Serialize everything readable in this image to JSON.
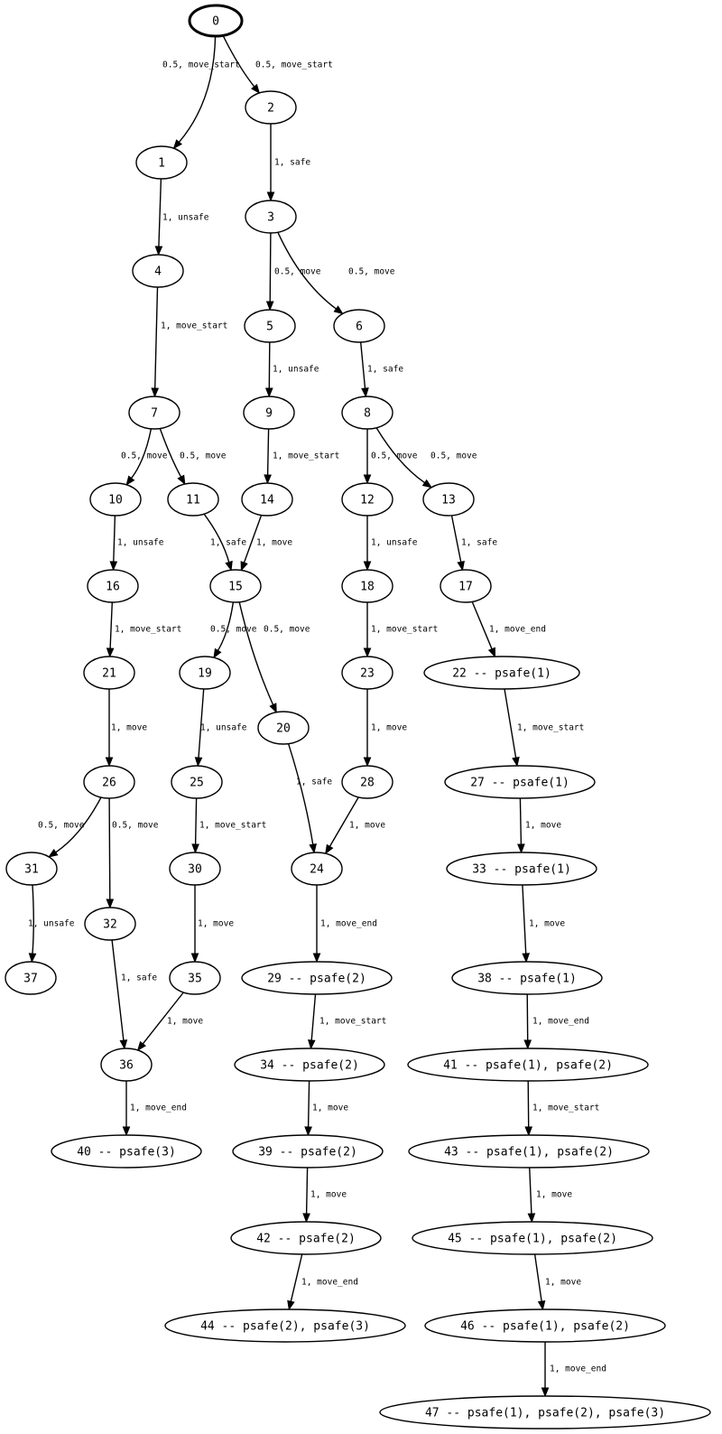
{
  "diagram": {
    "type": "state-graph",
    "initial_state": "0",
    "nodes": [
      {
        "id": "0",
        "label": "0"
      },
      {
        "id": "1",
        "label": "1"
      },
      {
        "id": "2",
        "label": "2"
      },
      {
        "id": "3",
        "label": "3"
      },
      {
        "id": "4",
        "label": "4"
      },
      {
        "id": "5",
        "label": "5"
      },
      {
        "id": "6",
        "label": "6"
      },
      {
        "id": "7",
        "label": "7"
      },
      {
        "id": "8",
        "label": "8"
      },
      {
        "id": "9",
        "label": "9"
      },
      {
        "id": "10",
        "label": "10"
      },
      {
        "id": "11",
        "label": "11"
      },
      {
        "id": "12",
        "label": "12"
      },
      {
        "id": "13",
        "label": "13"
      },
      {
        "id": "14",
        "label": "14"
      },
      {
        "id": "15",
        "label": "15"
      },
      {
        "id": "16",
        "label": "16"
      },
      {
        "id": "17",
        "label": "17"
      },
      {
        "id": "18",
        "label": "18"
      },
      {
        "id": "19",
        "label": "19"
      },
      {
        "id": "20",
        "label": "20"
      },
      {
        "id": "21",
        "label": "21"
      },
      {
        "id": "22",
        "label": "22 -- psafe(1)"
      },
      {
        "id": "23",
        "label": "23"
      },
      {
        "id": "24",
        "label": "24"
      },
      {
        "id": "25",
        "label": "25"
      },
      {
        "id": "26",
        "label": "26"
      },
      {
        "id": "27",
        "label": "27 -- psafe(1)"
      },
      {
        "id": "28",
        "label": "28"
      },
      {
        "id": "29",
        "label": "29 -- psafe(2)"
      },
      {
        "id": "30",
        "label": "30"
      },
      {
        "id": "31",
        "label": "31"
      },
      {
        "id": "32",
        "label": "32"
      },
      {
        "id": "33",
        "label": "33 -- psafe(1)"
      },
      {
        "id": "34",
        "label": "34 -- psafe(2)"
      },
      {
        "id": "35",
        "label": "35"
      },
      {
        "id": "36",
        "label": "36"
      },
      {
        "id": "37",
        "label": "37"
      },
      {
        "id": "38",
        "label": "38 -- psafe(1)"
      },
      {
        "id": "39",
        "label": "39 -- psafe(2)"
      },
      {
        "id": "40",
        "label": "40 -- psafe(3)"
      },
      {
        "id": "41",
        "label": "41 -- psafe(1), psafe(2)"
      },
      {
        "id": "42",
        "label": "42 -- psafe(2)"
      },
      {
        "id": "43",
        "label": "43 -- psafe(1), psafe(2)"
      },
      {
        "id": "44",
        "label": "44 -- psafe(2), psafe(3)"
      },
      {
        "id": "45",
        "label": "45 -- psafe(1), psafe(2)"
      },
      {
        "id": "46",
        "label": "46 -- psafe(1), psafe(2)"
      },
      {
        "id": "47",
        "label": "47 -- psafe(1), psafe(2), psafe(3)"
      }
    ],
    "edges": [
      {
        "from": "0",
        "to": "1",
        "label": "0.5, move_start"
      },
      {
        "from": "0",
        "to": "2",
        "label": "0.5, move_start"
      },
      {
        "from": "1",
        "to": "4",
        "label": "1, unsafe"
      },
      {
        "from": "2",
        "to": "3",
        "label": "1, safe"
      },
      {
        "from": "3",
        "to": "5",
        "label": "0.5, move"
      },
      {
        "from": "3",
        "to": "6",
        "label": "0.5, move"
      },
      {
        "from": "4",
        "to": "7",
        "label": "1, move_start"
      },
      {
        "from": "5",
        "to": "9",
        "label": "1, unsafe"
      },
      {
        "from": "6",
        "to": "8",
        "label": "1, safe"
      },
      {
        "from": "7",
        "to": "10",
        "label": "0.5, move"
      },
      {
        "from": "7",
        "to": "11",
        "label": "0.5, move"
      },
      {
        "from": "9",
        "to": "14",
        "label": "1, move_start"
      },
      {
        "from": "8",
        "to": "12",
        "label": "0.5, move"
      },
      {
        "from": "8",
        "to": "13",
        "label": "0.5, move"
      },
      {
        "from": "10",
        "to": "16",
        "label": "1, unsafe"
      },
      {
        "from": "11",
        "to": "15",
        "label": "1, safe"
      },
      {
        "from": "14",
        "to": "15",
        "label": "1, move"
      },
      {
        "from": "12",
        "to": "18",
        "label": "1, unsafe"
      },
      {
        "from": "13",
        "to": "17",
        "label": "1, safe"
      },
      {
        "from": "16",
        "to": "21",
        "label": "1, move_start"
      },
      {
        "from": "15",
        "to": "19",
        "label": "0.5, move"
      },
      {
        "from": "15",
        "to": "20",
        "label": "0.5, move"
      },
      {
        "from": "18",
        "to": "23",
        "label": "1, move_start"
      },
      {
        "from": "17",
        "to": "22",
        "label": "1, move_end"
      },
      {
        "from": "21",
        "to": "26",
        "label": "1, move"
      },
      {
        "from": "19",
        "to": "25",
        "label": "1, unsafe"
      },
      {
        "from": "20",
        "to": "24",
        "label": "1, safe"
      },
      {
        "from": "23",
        "to": "28",
        "label": "1, move"
      },
      {
        "from": "22",
        "to": "27",
        "label": "1, move_start"
      },
      {
        "from": "26",
        "to": "31",
        "label": "0.5, move"
      },
      {
        "from": "26",
        "to": "32",
        "label": "0.5, move"
      },
      {
        "from": "25",
        "to": "30",
        "label": "1, move_start"
      },
      {
        "from": "28",
        "to": "24",
        "label": "1, move"
      },
      {
        "from": "27",
        "to": "33",
        "label": "1, move"
      },
      {
        "from": "31",
        "to": "37",
        "label": "1, unsafe"
      },
      {
        "from": "32",
        "to": "36",
        "label": "1, safe"
      },
      {
        "from": "30",
        "to": "35",
        "label": "1, move"
      },
      {
        "from": "24",
        "to": "29",
        "label": "1, move_end"
      },
      {
        "from": "33",
        "to": "38",
        "label": "1, move"
      },
      {
        "from": "35",
        "to": "36",
        "label": "1, move"
      },
      {
        "from": "29",
        "to": "34",
        "label": "1, move_start"
      },
      {
        "from": "38",
        "to": "41",
        "label": "1, move_end"
      },
      {
        "from": "36",
        "to": "40",
        "label": "1, move_end"
      },
      {
        "from": "34",
        "to": "39",
        "label": "1, move"
      },
      {
        "from": "41",
        "to": "43",
        "label": "1, move_start"
      },
      {
        "from": "39",
        "to": "42",
        "label": "1, move"
      },
      {
        "from": "43",
        "to": "45",
        "label": "1, move"
      },
      {
        "from": "42",
        "to": "44",
        "label": "1, move_end"
      },
      {
        "from": "45",
        "to": "46",
        "label": "1, move"
      },
      {
        "from": "46",
        "to": "47",
        "label": "1, move_end"
      }
    ]
  }
}
